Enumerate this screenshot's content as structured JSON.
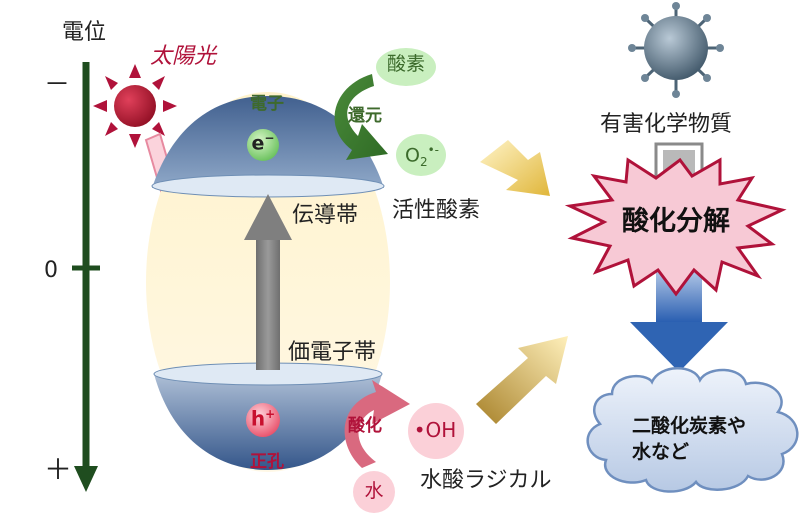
{
  "axis": {
    "title": "電位",
    "minus": "－",
    "zero": "0",
    "plus": "＋"
  },
  "light": {
    "label": "太陽光"
  },
  "particles": {
    "electron_label": "電子",
    "electron_symbol": "e",
    "electron_charge": "−",
    "hole_label": "正孔",
    "hole_symbol": "h",
    "hole_charge": "+"
  },
  "bands": {
    "conduction": "伝導帯",
    "valence": "価電子帯"
  },
  "reduction": {
    "label": "還元",
    "reactant": "酸素",
    "product_prefix": "O",
    "product_sub": "2",
    "product_sup": "•-",
    "product_label": "活性酸素"
  },
  "oxidation": {
    "label": "酸化",
    "reactant": "水",
    "product": "•OH",
    "product_label": "水酸ラジカル"
  },
  "target": {
    "label": "有害化学物質",
    "action": "酸化分解",
    "result": "二酸化炭素や\n水など"
  },
  "colors": {
    "axis": "#1f4d1f",
    "sun": "#b0123a",
    "electron": "#3e6a2c",
    "hole": "#b0123a",
    "band": "#5f7fa8",
    "arrow": "#e7c24d",
    "burst": "#f6c6d3",
    "down_arrow": "#2f64b3"
  }
}
